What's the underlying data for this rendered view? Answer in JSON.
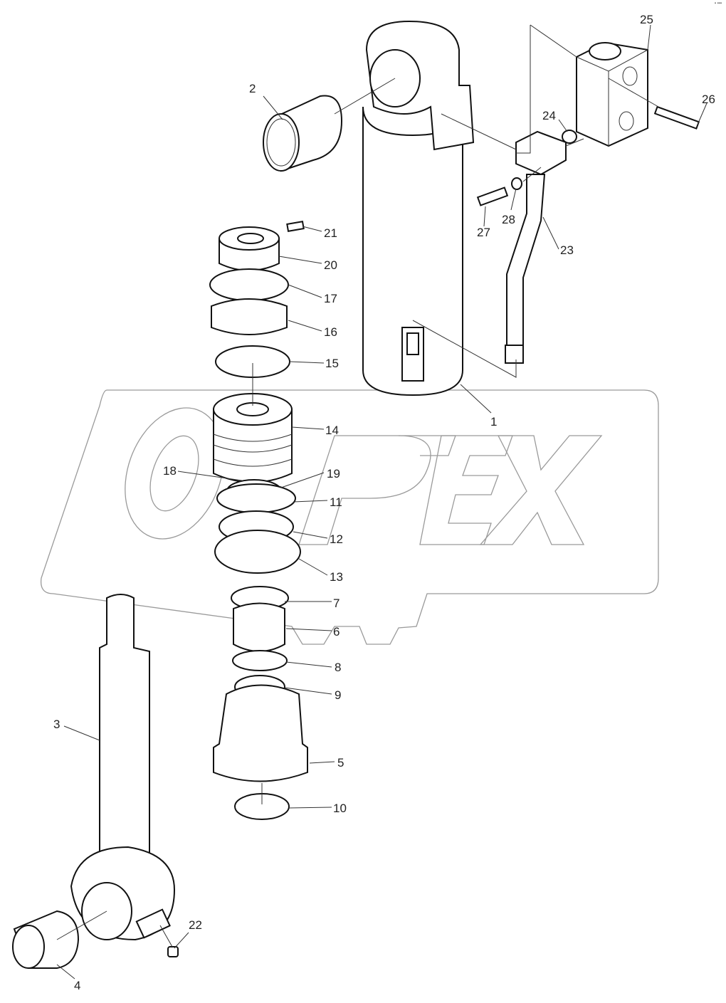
{
  "diagram": {
    "type": "exploded parts diagram",
    "subject": "hydraulic cylinder assembly",
    "watermark": "OPEX",
    "corner_mark": "▪ ▪▪▪",
    "callouts": [
      {
        "id": "1",
        "label": "1"
      },
      {
        "id": "2",
        "label": "2"
      },
      {
        "id": "3",
        "label": "3"
      },
      {
        "id": "4",
        "label": "4"
      },
      {
        "id": "5",
        "label": "5"
      },
      {
        "id": "6",
        "label": "6"
      },
      {
        "id": "7",
        "label": "7"
      },
      {
        "id": "8",
        "label": "8"
      },
      {
        "id": "9",
        "label": "9"
      },
      {
        "id": "10",
        "label": "10"
      },
      {
        "id": "11",
        "label": "11"
      },
      {
        "id": "12",
        "label": "12"
      },
      {
        "id": "13",
        "label": "13"
      },
      {
        "id": "14",
        "label": "14"
      },
      {
        "id": "15",
        "label": "15"
      },
      {
        "id": "16",
        "label": "16"
      },
      {
        "id": "17",
        "label": "17"
      },
      {
        "id": "18",
        "label": "18"
      },
      {
        "id": "19",
        "label": "19"
      },
      {
        "id": "20",
        "label": "20"
      },
      {
        "id": "21",
        "label": "21"
      },
      {
        "id": "22",
        "label": "22"
      },
      {
        "id": "23",
        "label": "23"
      },
      {
        "id": "24",
        "label": "24"
      },
      {
        "id": "25",
        "label": "25"
      },
      {
        "id": "26",
        "label": "26"
      },
      {
        "id": "27",
        "label": "27"
      },
      {
        "id": "28",
        "label": "28"
      }
    ]
  }
}
